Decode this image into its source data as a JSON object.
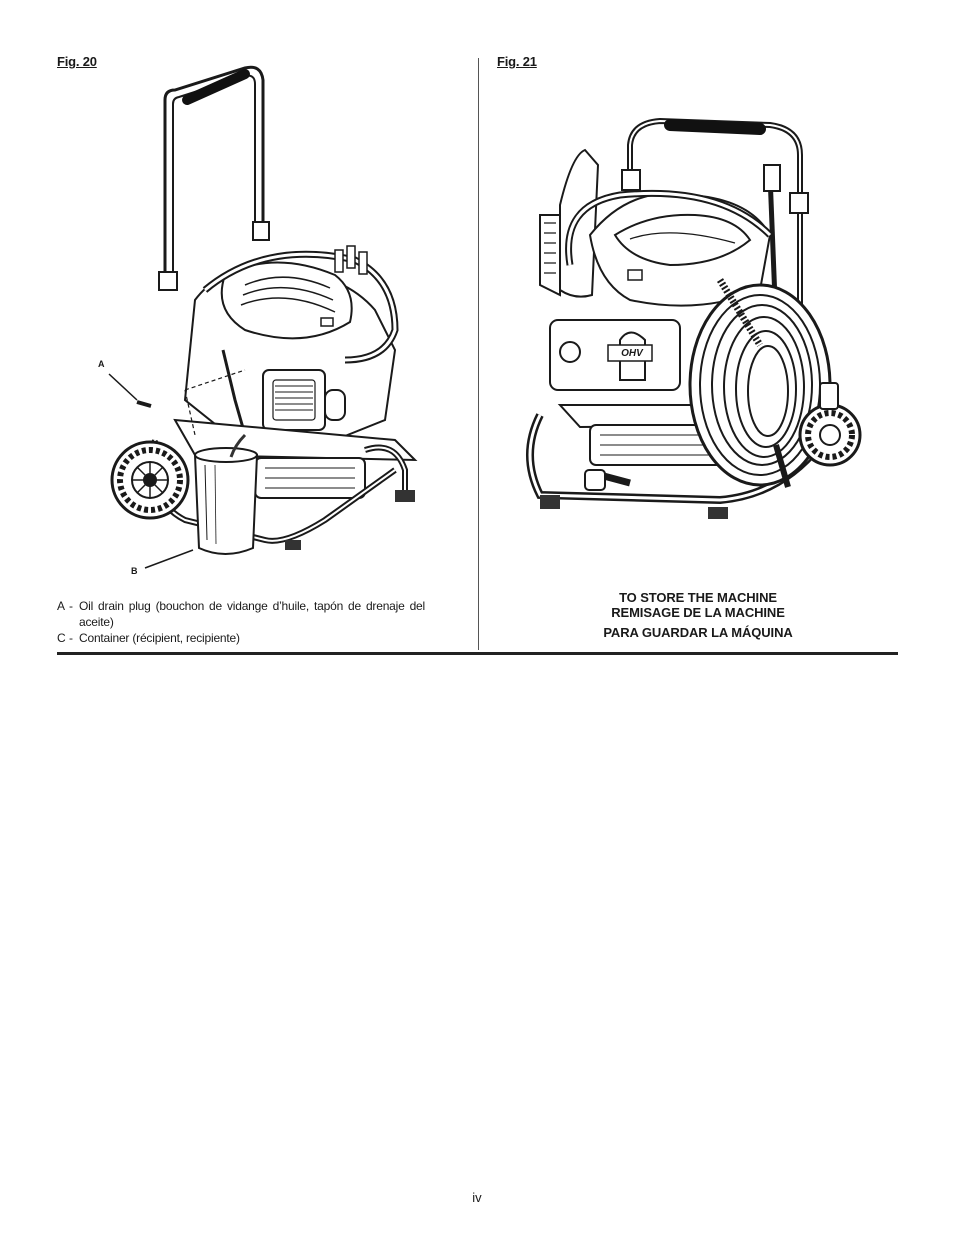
{
  "figures": [
    {
      "label": "Fig. 20",
      "callouts": {
        "a": "A",
        "b": "B"
      },
      "legend": [
        {
          "key": "A",
          "text": "Oil drain plug (bouchon de vidange d’huile, tapón de drenaje del aceite)"
        },
        {
          "key": "C",
          "text": "Container (récipient, recipiente)"
        }
      ]
    },
    {
      "label": "Fig. 21",
      "engine_badge": "OHV",
      "caption": {
        "line1": "TO STORE THE MACHINE",
        "line2": "REMISAGE DE LA MACHINE",
        "line3": "PARA GUARDAR LA MÁQUINA"
      }
    }
  ],
  "page_number": "iv"
}
